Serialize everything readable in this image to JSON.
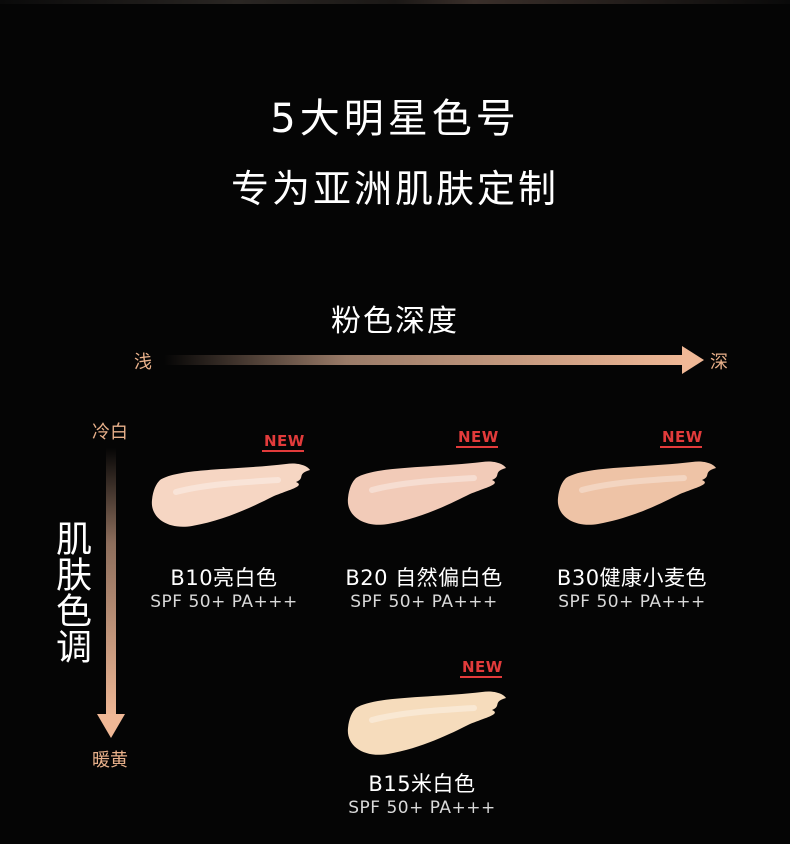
{
  "title": {
    "line1": "5大明星色号",
    "line2": "专为亚洲肌肤定制"
  },
  "axis_x": {
    "label": "粉色深度",
    "left": "浅",
    "right": "深"
  },
  "axis_y": {
    "label": "肌肤色调",
    "top": "冷白",
    "bottom": "暖黄"
  },
  "badge_text": "NEW",
  "shades": [
    {
      "name": "B10亮白色",
      "spf": "SPF 50+ PA+++",
      "swatch_color": "#f6d6c3"
    },
    {
      "name": "B20 自然偏白色",
      "spf": "SPF 50+ PA+++",
      "swatch_color": "#f2cbb8"
    },
    {
      "name": "B30健康小麦色",
      "spf": "SPF 50+ PA+++",
      "swatch_color": "#eec3a6"
    },
    {
      "name": "B15米白色",
      "spf": "SPF 50+ PA+++",
      "swatch_color": "#f6dcbc"
    }
  ],
  "colors": {
    "background": "#050505",
    "accent_new": "#e23b3b",
    "axis_label": "#e8b08a"
  }
}
